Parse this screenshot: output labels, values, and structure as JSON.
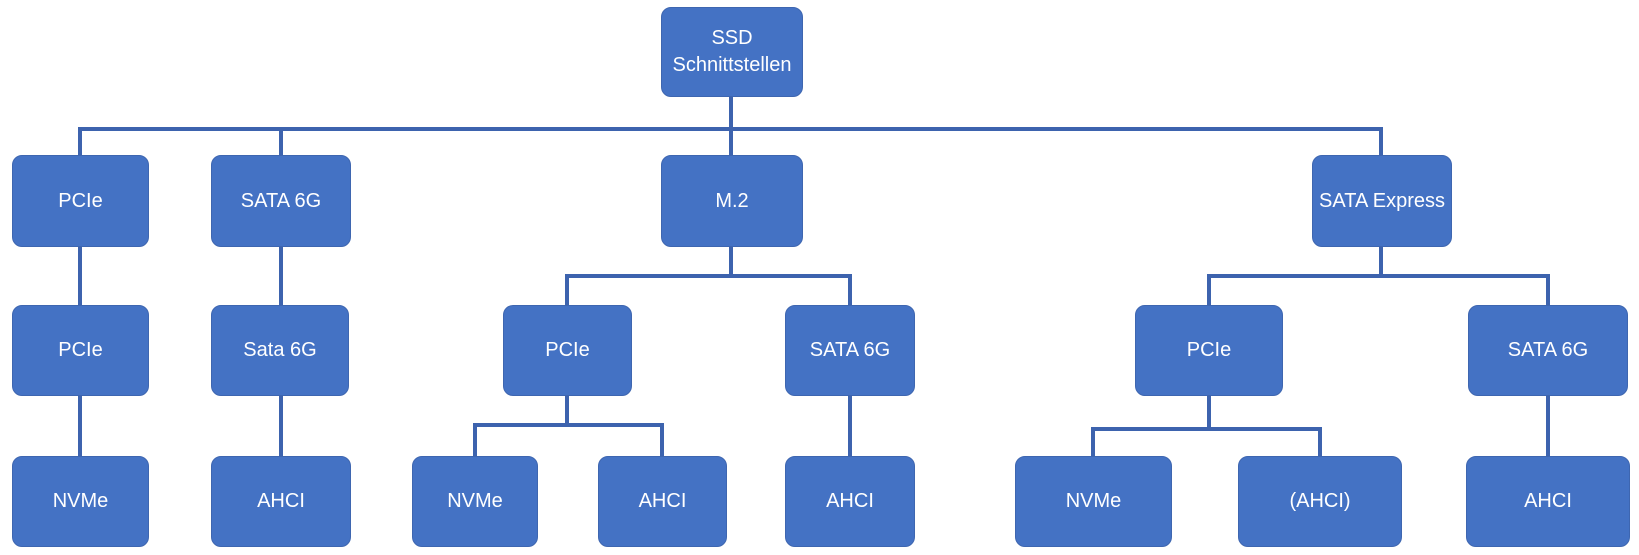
{
  "diagram": {
    "type": "hierarchy-tree",
    "title": "SSD Schnittstellen",
    "colors": {
      "node_fill": "#4472C4",
      "node_border": "#3E66B0",
      "connector": "#3D63AE",
      "text": "#FFFFFF",
      "background": "#FFFFFF"
    },
    "tree": {
      "label": "SSD Schnittstellen",
      "children": [
        {
          "label": "PCIe",
          "children": [
            {
              "label": "PCIe",
              "children": [
                {
                  "label": "NVMe"
                }
              ]
            }
          ]
        },
        {
          "label": "SATA 6G",
          "children": [
            {
              "label": "Sata 6G",
              "children": [
                {
                  "label": "AHCI"
                }
              ]
            }
          ]
        },
        {
          "label": "M.2",
          "children": [
            {
              "label": "PCIe",
              "children": [
                {
                  "label": "NVMe"
                },
                {
                  "label": "AHCI"
                }
              ]
            },
            {
              "label": "SATA 6G",
              "children": [
                {
                  "label": "AHCI"
                }
              ]
            }
          ]
        },
        {
          "label": "SATA Express",
          "children": [
            {
              "label": "PCIe",
              "children": [
                {
                  "label": "NVMe"
                },
                {
                  "label": "(AHCI)"
                }
              ]
            },
            {
              "label": "SATA 6G",
              "children": [
                {
                  "label": "AHCI"
                }
              ]
            }
          ]
        }
      ]
    }
  }
}
